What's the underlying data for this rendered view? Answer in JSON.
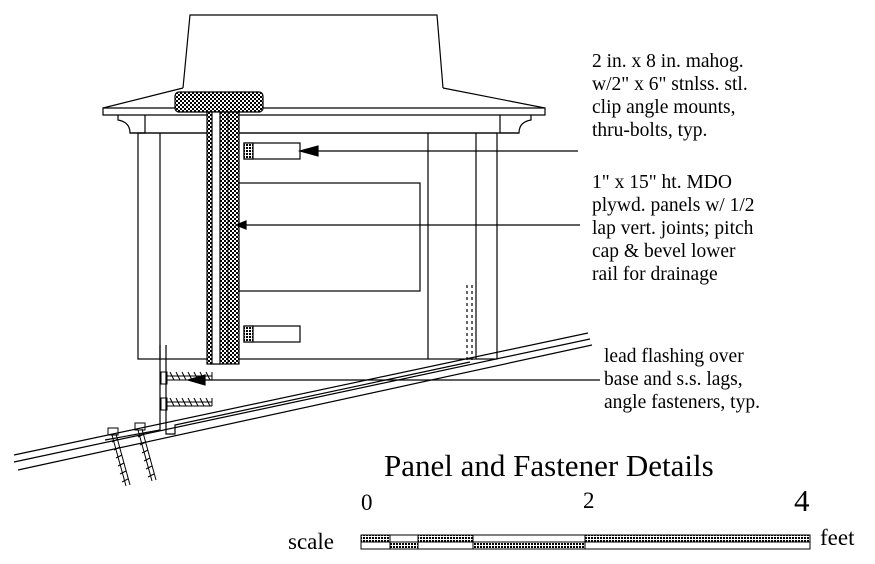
{
  "title": "Panel and Fastener Details",
  "notes": [
    [
      "2 in. x 8 in.  mahog.",
      "w/2\" x 6\" stnlss. stl.",
      "clip angle mounts,",
      "thru-bolts, typ."
    ],
    [
      "1\" x 15\" ht. MDO",
      "plywd. panels w/ 1/2",
      "lap vert. joints; pitch",
      "cap & bevel lower",
      "rail for drainage"
    ],
    [
      "lead flashing over",
      "base and s.s. lags,",
      "angle fasteners, typ."
    ]
  ],
  "scale": {
    "label": "scale",
    "unit": "feet",
    "ticks": [
      "0",
      "2",
      "4"
    ]
  },
  "colors": {
    "ink": "#000000",
    "paper": "#ffffff"
  }
}
